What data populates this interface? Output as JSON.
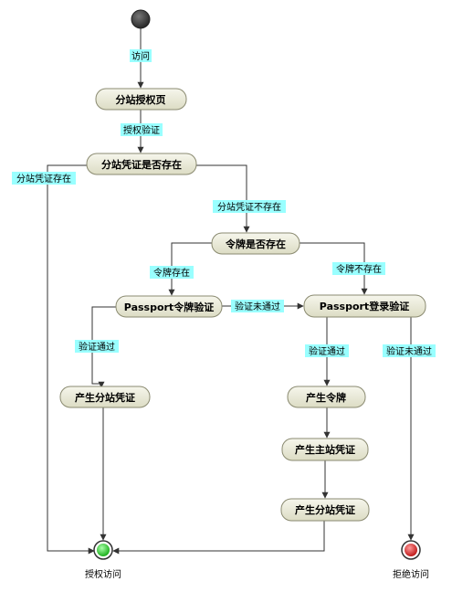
{
  "nodes": {
    "auth_page": "分站授权页",
    "cert_exists": "分站凭证是否存在",
    "token_exists": "令牌是否存在",
    "passport_token_verify": "Passport令牌验证",
    "passport_login_verify": "Passport登录验证",
    "gen_sub_cert_left": "产生分站凭证",
    "gen_token": "产生令牌",
    "gen_main_cert": "产生主站凭证",
    "gen_sub_cert_right": "产生分站凭证"
  },
  "end_labels": {
    "grant": "授权访问",
    "deny": "拒绝访问"
  },
  "edge_labels": {
    "visit": "访问",
    "auth_verify": "授权验证",
    "cert_exist": "分站凭证存在",
    "cert_not_exist": "分站凭证不存在",
    "token_exist": "令牌存在",
    "token_not_exist": "令牌不存在",
    "token_verify_fail": "验证未通过",
    "token_verify_pass": "验证通过",
    "login_verify_pass": "验证通过",
    "login_verify_fail": "验证未通过"
  },
  "colors": {
    "node_fill_top": "#f6f6ec",
    "node_fill_bottom": "#dcdcc4",
    "node_border": "#8a8a70",
    "label_bg": "#99ffff",
    "start_fill": "#333333",
    "end_success": "#22dd22",
    "end_failure": "#dd2222"
  }
}
